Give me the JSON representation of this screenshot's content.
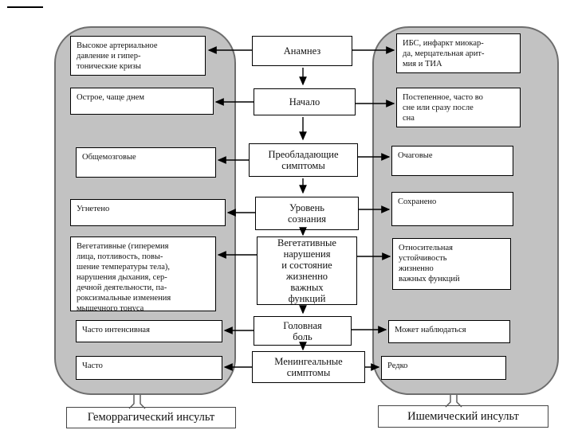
{
  "diagram": {
    "title_semantic": "Differential diagnosis flowchart: hemorrhagic vs ischemic stroke",
    "rows": [
      {
        "center": "Анамнез",
        "left": "Высокое артериальное\nдавление и гипер-\nтонические кризы",
        "right": "ИБС, инфаркт миокар-\nда, мерцательная арит-\nмия и ТИА"
      },
      {
        "center": "Начало",
        "left": "Острое, чаще днем",
        "right": "Постепенное, часто во\nсне  или сразу после\nсна"
      },
      {
        "center": "Преобладающие\nсимптомы",
        "left": "Общемозговые",
        "right": "Очаговые"
      },
      {
        "center": "Уровень\nсознания",
        "left": "Угнетено",
        "right": "Сохранено"
      },
      {
        "center": "Вегетативные\nнарушения\nи состояние\nжизненно\nважных\nфункций",
        "left": "Вегетативные (гиперемия\nлица, потливость, повы-\nшение температуры тела),\nнарушения дыхания, сер-\nдечной деятельности, па-\nроксизмальные изменения\nмышечного тонуса",
        "right": "Относительная\nустойчивость\nжизненно\nважных функций"
      },
      {
        "center": "Головная\nболь",
        "left": "Часто интенсивная",
        "right": "Может наблюдаться"
      },
      {
        "center": "Менингеальные\nсимптомы",
        "left": "Часто",
        "right": "Редко"
      }
    ],
    "footer": {
      "left_label": "Геморрагический инсульт",
      "right_label": "Ишемический инсульт"
    }
  },
  "colors": {
    "panel_fill": "#c2c2c2",
    "panel_border": "#6e6e6e",
    "box_fill": "#ffffff",
    "box_border": "#000000",
    "arrow": "#000000"
  }
}
